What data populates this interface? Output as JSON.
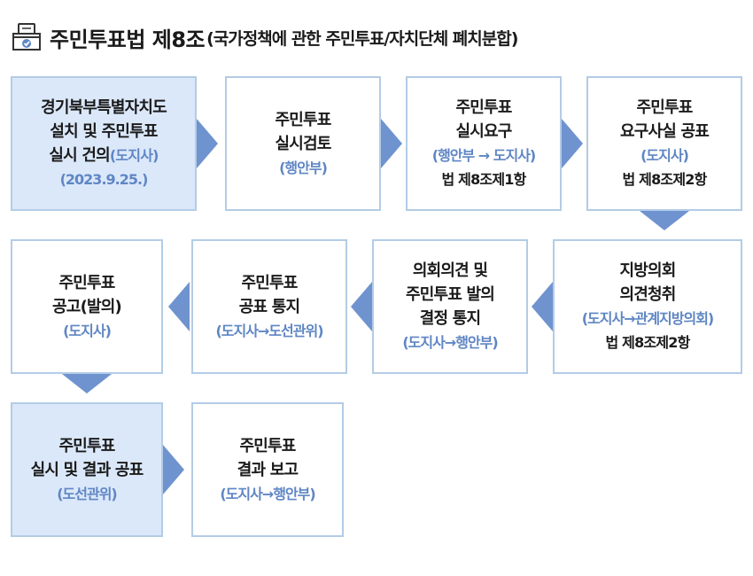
{
  "title": {
    "main": "주민투표법 제8조",
    "sub": "(국가정책에 관한 주민투표/자치단체 폐치분합)"
  },
  "colors": {
    "highlight_fill": "#dbe8fa",
    "box_border": "#b3cce6",
    "accent_text": "#5f86c4",
    "arrow": "#6f93cf"
  },
  "steps": [
    {
      "lines": [
        "경기북부특별자치도",
        "설치 및 주민투표"
      ],
      "line3_main": "실시 건의",
      "line3_sub": "(도지사)",
      "date": "(2023.9.25.)",
      "highlighted": true
    },
    {
      "lines": [
        "주민투표",
        "실시검토"
      ],
      "sub": "(행안부)",
      "highlighted": false
    },
    {
      "lines": [
        "주민투표",
        "실시요구"
      ],
      "sub": "(행안부 → 도지사)",
      "law": "법 제8조제1항",
      "highlighted": false
    },
    {
      "lines": [
        "주민투표",
        "요구사실 공표"
      ],
      "sub": "(도지사)",
      "law": "법 제8조제2항",
      "highlighted": false
    },
    {
      "lines": [
        "지방의회",
        "의견청취"
      ],
      "sub": "(도지사→관계지방의회)",
      "law": "법 제8조제2항",
      "highlighted": false
    },
    {
      "lines": [
        "의회의견 및",
        "주민투표 발의",
        "결정 통지"
      ],
      "sub": "(도지사→행안부)",
      "highlighted": false
    },
    {
      "lines": [
        "주민투표",
        "공표 통지"
      ],
      "sub": "(도지사→도선관위)",
      "highlighted": false
    },
    {
      "lines": [
        "주민투표",
        "공고(발의)"
      ],
      "sub": "(도지사)",
      "highlighted": false
    },
    {
      "lines": [
        "주민투표",
        "실시 및 결과 공표"
      ],
      "sub": "(도선관위)",
      "highlighted": true
    },
    {
      "lines": [
        "주민투표",
        "결과 보고"
      ],
      "sub": "(도지사→행안부)",
      "highlighted": false
    }
  ]
}
